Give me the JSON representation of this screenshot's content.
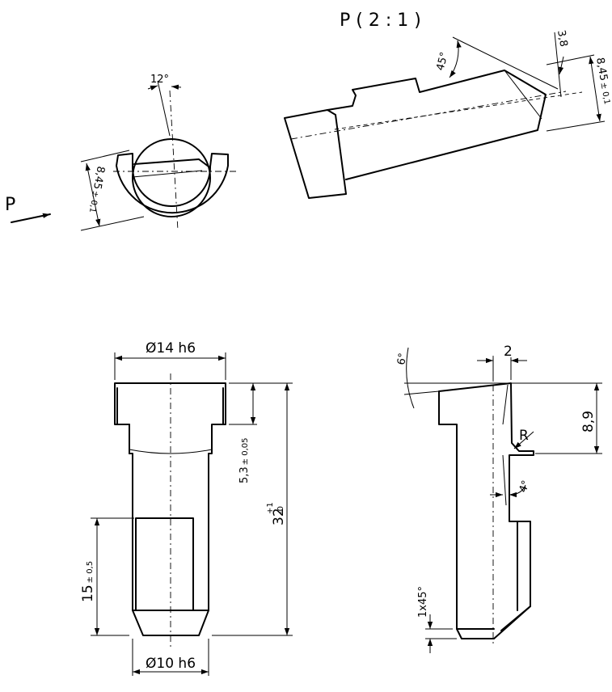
{
  "detail_view": {
    "title": "P ( 2 : 1 )",
    "angle_45": "45°",
    "dim_3_8": "3,8",
    "dim_8_45": "8,45",
    "tol_8_45": "± 0,1"
  },
  "end_view": {
    "angle_12": "12°",
    "dim_8_45": "8,45",
    "tol_8_45": "± 0,1"
  },
  "view_arrow": {
    "label": "P"
  },
  "front_view": {
    "dia_14": "Ø14  h6",
    "dia_10": "Ø10  h6",
    "dim_5_3": "5,3",
    "tol_5_3": "± 0,05",
    "dim_32": "32",
    "tol_32_upper": "+1",
    "tol_32_lower": "-0",
    "dim_15": "15",
    "tol_15": "± 0,5"
  },
  "side_view": {
    "dim_2": "2",
    "angle_6": "6°",
    "dim_8_9": "8,9",
    "radius_label": "R",
    "angle_4": "4°",
    "chamfer": "1x45°"
  }
}
